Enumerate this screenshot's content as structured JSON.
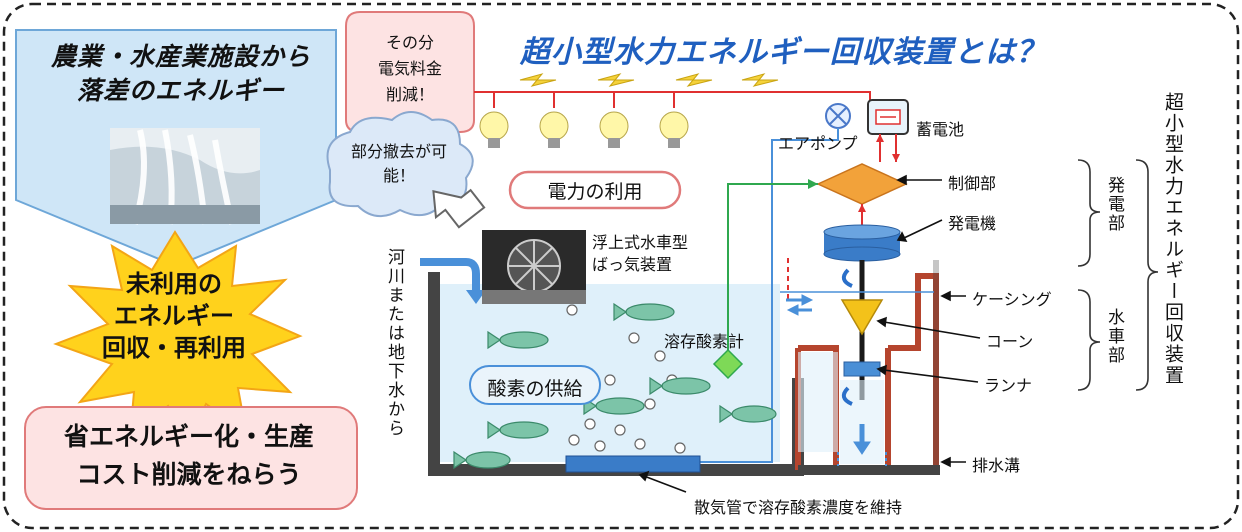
{
  "title": "超小型水力エネルギー回収装置とは？",
  "left_panel": {
    "header_line1": "農業・水産業施設から",
    "header_line2": "落差のエネルギー",
    "burst_line1": "未利用の",
    "burst_line2": "エネルギー",
    "burst_line3": "回収・再利用",
    "bottom_line1": "省エネルギー化・生産",
    "bottom_line2": "コスト削減をねらう"
  },
  "callouts": {
    "speech_line1": "その分",
    "speech_line2": "電気料金",
    "speech_line3": "削減！",
    "cloud_line1": "部分撤去が可",
    "cloud_line2": "能！",
    "power_use": "電力の利用",
    "oxygen_supply": "酸素の供給"
  },
  "labels": {
    "aerator_line1": "浮上式水車型",
    "aerator_line2": "ばっ気装置",
    "river_source": "河川または地下水から",
    "do_meter": "溶存酸素計",
    "air_pump": "エアポンプ",
    "battery": "蓄電池",
    "controller": "制御部",
    "generator": "発電機",
    "casing": "ケーシング",
    "cone": "コーン",
    "runner": "ランナ",
    "drain": "排水溝",
    "diffuser": "散気管で溶存酸素濃度を維持",
    "power_section": "発電部",
    "turbine_section": "水車部",
    "device_name_vertical": "超小型水力エネルギー回収装置"
  },
  "colors": {
    "title_blue": "#1f5fbf",
    "wire_red": "#e03030",
    "casing_brown": "#b5452e",
    "controller_orange": "#f2a23a",
    "fish_green": "#7cc4a8",
    "water_blue": "#dff0fa",
    "cloud_blue": "#dce9f8",
    "speech_pink": "#fde3e3"
  },
  "icons": [
    "lightbulb-icon",
    "lightning-icon",
    "battery-icon",
    "air-pump-icon",
    "fish-icon",
    "bubble-icon",
    "arrow-icon"
  ]
}
